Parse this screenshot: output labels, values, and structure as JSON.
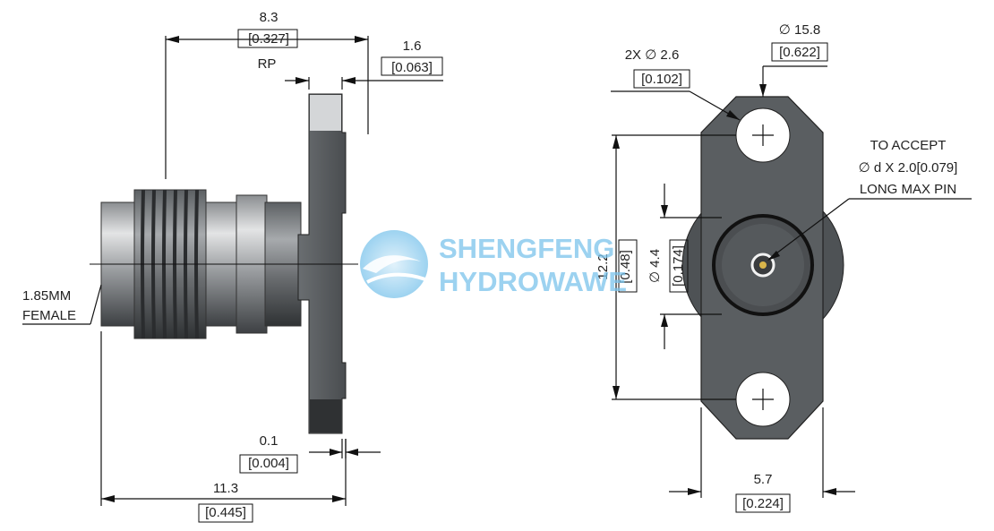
{
  "side_view": {
    "width_mm": "8.3",
    "width_in": "[0.327]",
    "flange_mm": "1.6",
    "flange_in": "[0.063]",
    "rp": "RP",
    "step_mm": "0.1",
    "step_in": "[0.004]",
    "length_mm": "11.3",
    "length_in": "[0.445]",
    "connector_l1": "1.85MM",
    "connector_l2": "FEMALE"
  },
  "front_view": {
    "holes_mm": "2X  ∅ 2.6",
    "holes_in": "[0.102]",
    "flange_dia_mm": "∅ 15.8",
    "flange_dia_in": "[0.622]",
    "pin_l1": "TO ACCEPT",
    "pin_l2": "∅ d X 2.0[0.079]",
    "pin_l3": "LONG MAX PIN",
    "hole_spacing_mm": "12.2",
    "hole_spacing_in": "[0.48]",
    "center_dia_mm": "∅ 4.4",
    "center_dia_in": "[0.174]",
    "flange_width_mm": "5.7",
    "flange_width_in": "[0.224]"
  },
  "watermark": {
    "line1": "SHENGFENG",
    "line2": "HYDROWAWE",
    "color": "#7cc4ec"
  },
  "colors": {
    "body_dark": "#55595c",
    "body_light": "#c9cbcd",
    "line": "#111111"
  }
}
